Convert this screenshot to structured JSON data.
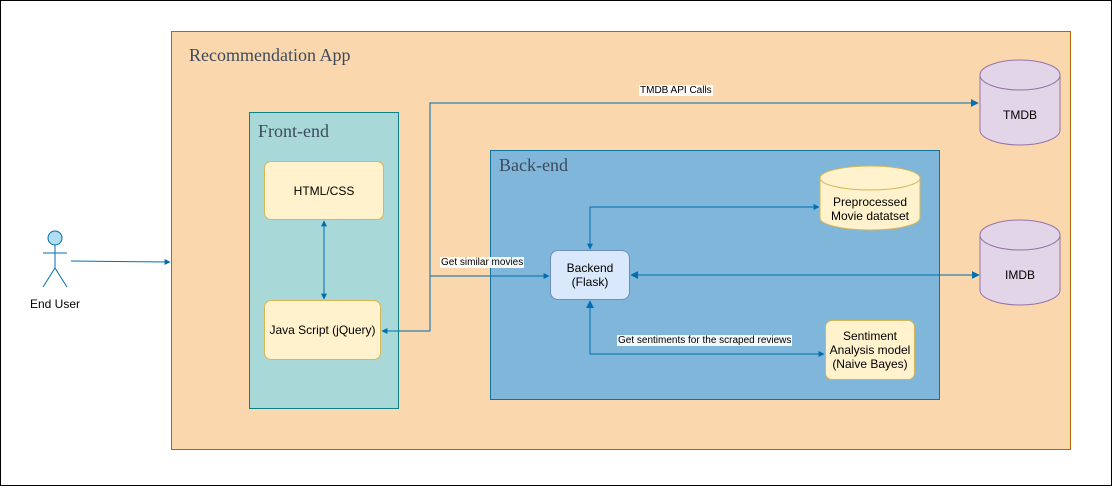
{
  "app": {
    "title": "Recommendation App"
  },
  "frontend": {
    "title": "Front-end",
    "html_css": "HTML/CSS",
    "javascript": "Java Script (jQuery)"
  },
  "backend": {
    "title": "Back-end",
    "flask_line1": "Backend",
    "flask_line2": "(Flask)"
  },
  "datasets": {
    "preprocessed_line1": "Preprocessed",
    "preprocessed_line2": "Movie datatset",
    "sentiment_line1": "Sentiment",
    "sentiment_line2": "Analysis model",
    "sentiment_line3": "(Naive Bayes)"
  },
  "external": {
    "tmdb": "TMDB",
    "imdb": "IMDB"
  },
  "actor": {
    "label": "End User"
  },
  "edges": {
    "tmdb_calls": "TMDB API Calls",
    "similar_movies": "Get similar movies",
    "sentiments": "Get sentiments for the scraped reviews"
  },
  "colors": {
    "app_fill": "#fad7ac",
    "frontend_fill": "#a8d8d8",
    "backend_fill": "#7fb6d9",
    "node_fill": "#fff2cc",
    "flask_fill": "#dae8fc",
    "db_fill": "#e1d5e7",
    "edge": "#006eaf"
  }
}
